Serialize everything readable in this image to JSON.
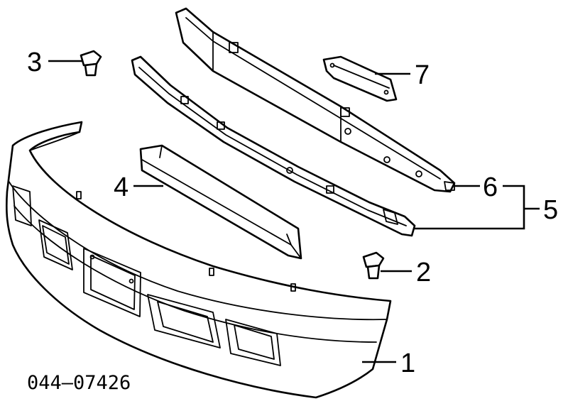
{
  "diagram": {
    "callouts": {
      "c1": "1",
      "c2": "2",
      "c3": "3",
      "c4": "4",
      "c5": "5",
      "c6": "6",
      "c7": "7"
    },
    "drawing_code": "044–07426"
  }
}
